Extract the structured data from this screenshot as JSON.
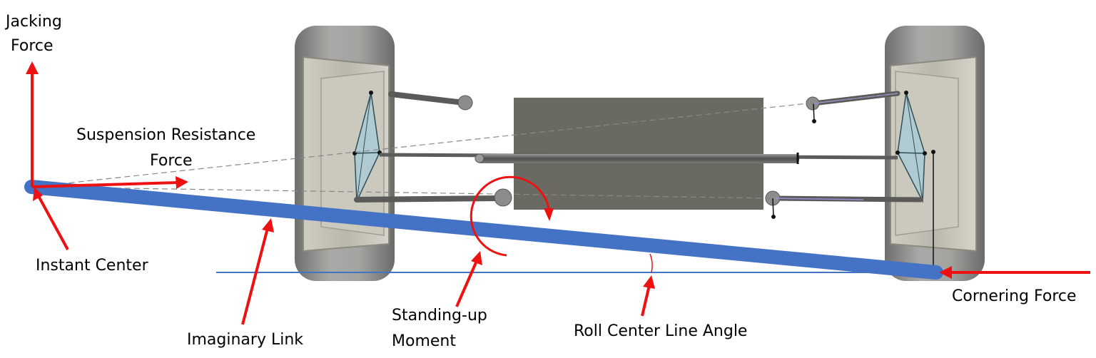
{
  "labels": {
    "jacking_force_1": "Jacking",
    "jacking_force_2": "Force",
    "suspension_resistance_1": "Suspension Resistance",
    "suspension_resistance_2": "Force",
    "instant_center": "Instant Center",
    "imaginary_link": "Imaginary Link",
    "standing_up_1": "Standing-up",
    "standing_up_2": "Moment",
    "roll_center_angle": "Roll Center Line Angle",
    "cornering_force": "Cornering Force"
  },
  "colors": {
    "arrow": "#ee1111",
    "imaginary_link": "#4472c4",
    "ground_line": "#4472c4",
    "tire": "#8a8a88",
    "chassis": "#6b6a62",
    "rod": "#4a4a4a",
    "upright": "#9fc3cf"
  }
}
